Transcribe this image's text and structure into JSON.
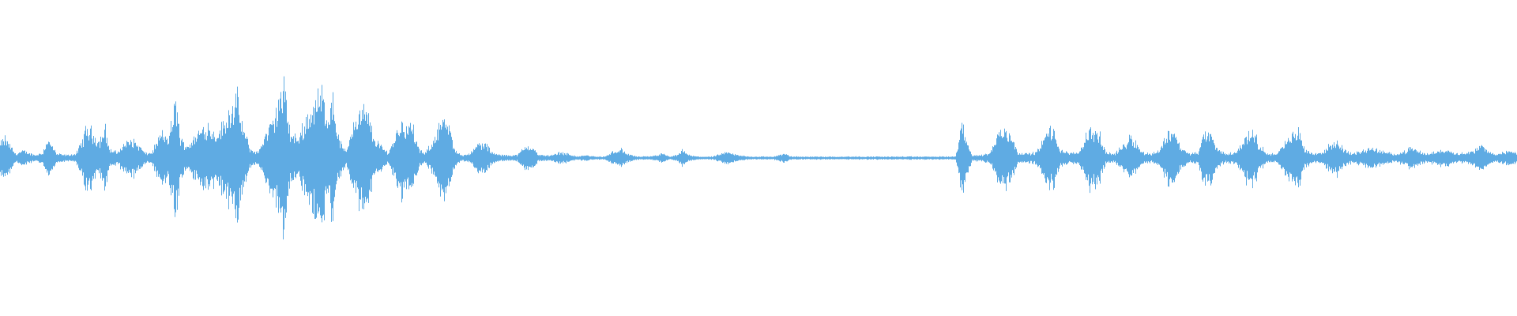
{
  "waveform": {
    "color": "#5FABE3",
    "background": "#FFFFFF",
    "envelope": [
      [
        0.0,
        0.1
      ],
      [
        0.003,
        0.14
      ],
      [
        0.007,
        0.08
      ],
      [
        0.01,
        0.03
      ],
      [
        0.015,
        0.05
      ],
      [
        0.023,
        0.02
      ],
      [
        0.028,
        0.04
      ],
      [
        0.031,
        0.13
      ],
      [
        0.034,
        0.09
      ],
      [
        0.037,
        0.03
      ],
      [
        0.044,
        0.02
      ],
      [
        0.05,
        0.03
      ],
      [
        0.054,
        0.12
      ],
      [
        0.057,
        0.22
      ],
      [
        0.061,
        0.18
      ],
      [
        0.065,
        0.11
      ],
      [
        0.069,
        0.22
      ],
      [
        0.072,
        0.06
      ],
      [
        0.077,
        0.04
      ],
      [
        0.082,
        0.1
      ],
      [
        0.087,
        0.13
      ],
      [
        0.092,
        0.08
      ],
      [
        0.096,
        0.03
      ],
      [
        0.1,
        0.04
      ],
      [
        0.106,
        0.17
      ],
      [
        0.111,
        0.14
      ],
      [
        0.116,
        0.41
      ],
      [
        0.119,
        0.12
      ],
      [
        0.124,
        0.09
      ],
      [
        0.13,
        0.17
      ],
      [
        0.136,
        0.24
      ],
      [
        0.142,
        0.17
      ],
      [
        0.147,
        0.23
      ],
      [
        0.152,
        0.36
      ],
      [
        0.156,
        0.42
      ],
      [
        0.16,
        0.21
      ],
      [
        0.165,
        0.06
      ],
      [
        0.17,
        0.04
      ],
      [
        0.175,
        0.17
      ],
      [
        0.18,
        0.26
      ],
      [
        0.184,
        0.42
      ],
      [
        0.188,
        0.49
      ],
      [
        0.191,
        0.18
      ],
      [
        0.196,
        0.13
      ],
      [
        0.201,
        0.26
      ],
      [
        0.206,
        0.37
      ],
      [
        0.212,
        0.46
      ],
      [
        0.216,
        0.3
      ],
      [
        0.219,
        0.45
      ],
      [
        0.223,
        0.14
      ],
      [
        0.228,
        0.04
      ],
      [
        0.233,
        0.26
      ],
      [
        0.239,
        0.34
      ],
      [
        0.243,
        0.29
      ],
      [
        0.246,
        0.15
      ],
      [
        0.252,
        0.07
      ],
      [
        0.256,
        0.04
      ],
      [
        0.26,
        0.14
      ],
      [
        0.264,
        0.26
      ],
      [
        0.268,
        0.23
      ],
      [
        0.272,
        0.22
      ],
      [
        0.276,
        0.06
      ],
      [
        0.28,
        0.03
      ],
      [
        0.285,
        0.11
      ],
      [
        0.29,
        0.26
      ],
      [
        0.295,
        0.24
      ],
      [
        0.3,
        0.05
      ],
      [
        0.305,
        0.02
      ],
      [
        0.311,
        0.04
      ],
      [
        0.315,
        0.1
      ],
      [
        0.32,
        0.1
      ],
      [
        0.324,
        0.04
      ],
      [
        0.33,
        0.02
      ],
      [
        0.336,
        0.02
      ],
      [
        0.341,
        0.02
      ],
      [
        0.347,
        0.09
      ],
      [
        0.351,
        0.08
      ],
      [
        0.355,
        0.02
      ],
      [
        0.36,
        0.02
      ],
      [
        0.364,
        0.02
      ],
      [
        0.369,
        0.04
      ],
      [
        0.375,
        0.03
      ],
      [
        0.38,
        0.01
      ],
      [
        0.386,
        0.02
      ],
      [
        0.392,
        0.01
      ],
      [
        0.399,
        0.01
      ],
      [
        0.405,
        0.05
      ],
      [
        0.41,
        0.06
      ],
      [
        0.413,
        0.03
      ],
      [
        0.42,
        0.01
      ],
      [
        0.428,
        0.01
      ],
      [
        0.437,
        0.03
      ],
      [
        0.441,
        0.01
      ],
      [
        0.447,
        0.02
      ],
      [
        0.45,
        0.06
      ],
      [
        0.454,
        0.02
      ],
      [
        0.46,
        0.01
      ],
      [
        0.47,
        0.01
      ],
      [
        0.476,
        0.03
      ],
      [
        0.481,
        0.04
      ],
      [
        0.486,
        0.02
      ],
      [
        0.495,
        0.01
      ],
      [
        0.51,
        0.01
      ],
      [
        0.517,
        0.03
      ],
      [
        0.522,
        0.01
      ],
      [
        0.54,
        0.01
      ],
      [
        0.56,
        0.01
      ],
      [
        0.58,
        0.01
      ],
      [
        0.6,
        0.01
      ],
      [
        0.614,
        0.01
      ],
      [
        0.62,
        0.01
      ],
      [
        0.625,
        0.01
      ],
      [
        0.63,
        0.01
      ],
      [
        0.634,
        0.24
      ],
      [
        0.637,
        0.13
      ],
      [
        0.641,
        0.02
      ],
      [
        0.647,
        0.02
      ],
      [
        0.653,
        0.04
      ],
      [
        0.658,
        0.17
      ],
      [
        0.662,
        0.21
      ],
      [
        0.667,
        0.16
      ],
      [
        0.671,
        0.04
      ],
      [
        0.677,
        0.03
      ],
      [
        0.683,
        0.04
      ],
      [
        0.688,
        0.12
      ],
      [
        0.691,
        0.21
      ],
      [
        0.695,
        0.18
      ],
      [
        0.699,
        0.06
      ],
      [
        0.706,
        0.03
      ],
      [
        0.712,
        0.05
      ],
      [
        0.717,
        0.19
      ],
      [
        0.721,
        0.2
      ],
      [
        0.725,
        0.16
      ],
      [
        0.729,
        0.04
      ],
      [
        0.735,
        0.03
      ],
      [
        0.741,
        0.09
      ],
      [
        0.745,
        0.16
      ],
      [
        0.749,
        0.11
      ],
      [
        0.753,
        0.04
      ],
      [
        0.759,
        0.03
      ],
      [
        0.765,
        0.06
      ],
      [
        0.77,
        0.18
      ],
      [
        0.774,
        0.21
      ],
      [
        0.778,
        0.08
      ],
      [
        0.784,
        0.03
      ],
      [
        0.79,
        0.04
      ],
      [
        0.794,
        0.17
      ],
      [
        0.798,
        0.18
      ],
      [
        0.802,
        0.07
      ],
      [
        0.808,
        0.03
      ],
      [
        0.815,
        0.04
      ],
      [
        0.821,
        0.14
      ],
      [
        0.826,
        0.21
      ],
      [
        0.83,
        0.09
      ],
      [
        0.836,
        0.03
      ],
      [
        0.842,
        0.03
      ],
      [
        0.847,
        0.1
      ],
      [
        0.852,
        0.16
      ],
      [
        0.856,
        0.21
      ],
      [
        0.86,
        0.07
      ],
      [
        0.866,
        0.03
      ],
      [
        0.872,
        0.04
      ],
      [
        0.877,
        0.09
      ],
      [
        0.882,
        0.12
      ],
      [
        0.886,
        0.06
      ],
      [
        0.892,
        0.03
      ],
      [
        0.898,
        0.05
      ],
      [
        0.903,
        0.07
      ],
      [
        0.908,
        0.06
      ],
      [
        0.913,
        0.04
      ],
      [
        0.919,
        0.03
      ],
      [
        0.925,
        0.04
      ],
      [
        0.93,
        0.07
      ],
      [
        0.935,
        0.05
      ],
      [
        0.94,
        0.03
      ],
      [
        0.946,
        0.04
      ],
      [
        0.952,
        0.06
      ],
      [
        0.957,
        0.05
      ],
      [
        0.962,
        0.03
      ],
      [
        0.967,
        0.04
      ],
      [
        0.972,
        0.05
      ],
      [
        0.977,
        0.09
      ],
      [
        0.982,
        0.04
      ],
      [
        0.987,
        0.03
      ],
      [
        0.992,
        0.04
      ],
      [
        0.996,
        0.05
      ],
      [
        1.0,
        0.04
      ]
    ]
  }
}
